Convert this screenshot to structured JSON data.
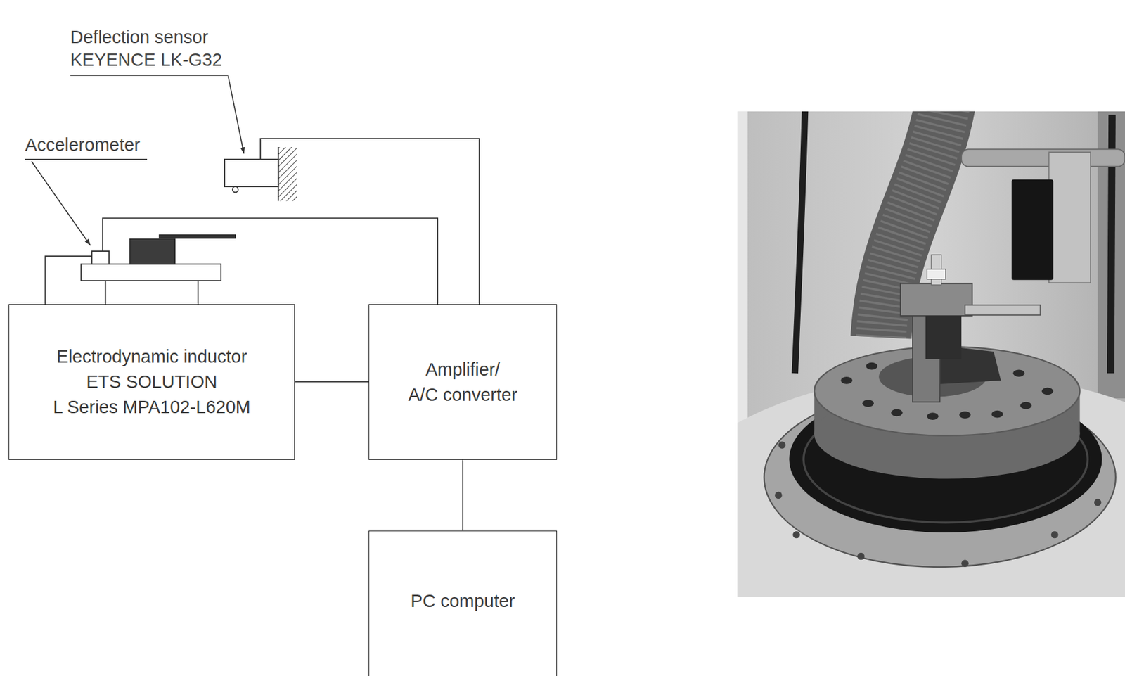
{
  "diagram": {
    "nodes": [
      {
        "text": [
          "Electrodynamic inductor ETS SOLUTION L Series MPA102-L620M"
        ]
      },
      {
        "text": [
          "Amplifier/ A/C converter"
        ]
      },
      {
        "text": [
          "PC computer"
        ]
      }
    ],
    "edges": [
      {
        "from": 0,
        "to": 1,
        "arrow": "none"
      },
      {
        "from": 1,
        "to": 2,
        "arrow": "none"
      }
    ],
    "labels": [
      "Deflection sensor KEYENCE LK-G32",
      "Accelerometer"
    ]
  }
}
